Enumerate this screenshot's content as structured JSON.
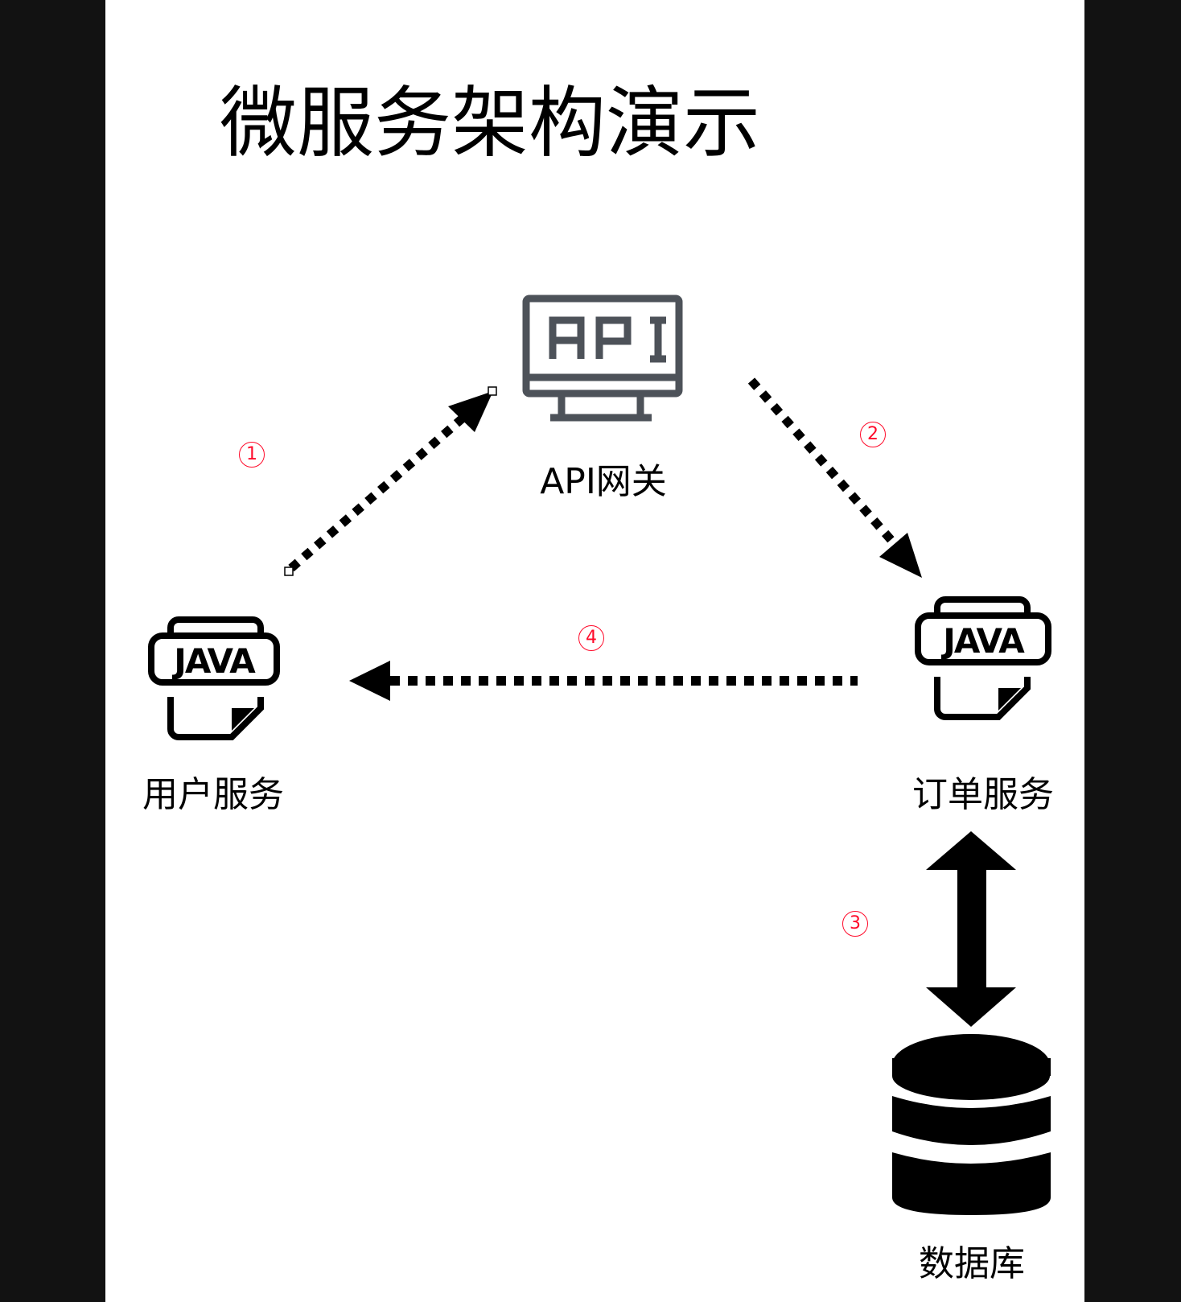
{
  "diagram": {
    "title": "微服务架构演示",
    "nodes": [
      {
        "id": "api-gateway",
        "label": "API网关",
        "icon": "api-monitor-icon",
        "icon_text": "API",
        "icon_color": "#4d5259"
      },
      {
        "id": "user-service",
        "label": "用户服务",
        "icon": "java-file-icon",
        "icon_text": "JAVA",
        "icon_color": "#000000"
      },
      {
        "id": "order-service",
        "label": "订单服务",
        "icon": "java-file-icon",
        "icon_text": "JAVA",
        "icon_color": "#000000"
      },
      {
        "id": "database",
        "label": "数据库",
        "icon": "database-icon",
        "icon_color": "#000000"
      }
    ],
    "edges": [
      {
        "step": "①",
        "from": "user-service",
        "to": "api-gateway",
        "style": "dotted",
        "direction": "forward"
      },
      {
        "step": "②",
        "from": "api-gateway",
        "to": "order-service",
        "style": "dotted",
        "direction": "forward"
      },
      {
        "step": "③",
        "from": "order-service",
        "to": "database",
        "style": "solid",
        "direction": "both"
      },
      {
        "step": "④",
        "from": "order-service",
        "to": "user-service",
        "style": "dotted",
        "direction": "forward"
      }
    ],
    "colors": {
      "step_label": "#ff0a2a",
      "arrow": "#000000",
      "background": "#ffffff",
      "frame": "#121212"
    }
  }
}
